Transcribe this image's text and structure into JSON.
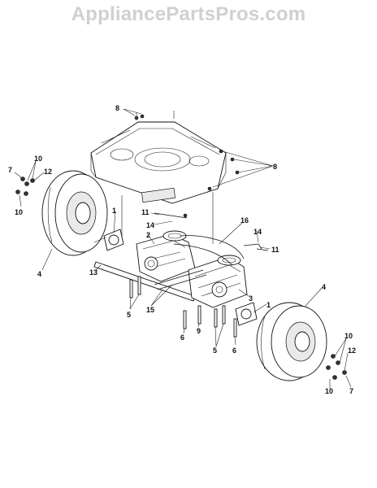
{
  "watermark": "AppliancePartsPros.com",
  "callouts": [
    {
      "id": "c8a",
      "text": "8"
    },
    {
      "id": "c8b",
      "text": "8"
    },
    {
      "id": "c10a",
      "text": "10"
    },
    {
      "id": "c7a",
      "text": "7"
    },
    {
      "id": "c12a",
      "text": "12"
    },
    {
      "id": "c10b",
      "text": "10"
    },
    {
      "id": "c11a",
      "text": "11"
    },
    {
      "id": "c14a",
      "text": "14"
    },
    {
      "id": "c1a",
      "text": "1"
    },
    {
      "id": "c16",
      "text": "16"
    },
    {
      "id": "c2",
      "text": "2"
    },
    {
      "id": "c14b",
      "text": "14"
    },
    {
      "id": "c11b",
      "text": "11"
    },
    {
      "id": "c4a",
      "text": "4"
    },
    {
      "id": "c13",
      "text": "13"
    },
    {
      "id": "c4b",
      "text": "4"
    },
    {
      "id": "c15",
      "text": "15"
    },
    {
      "id": "c3",
      "text": "3"
    },
    {
      "id": "c5a",
      "text": "5"
    },
    {
      "id": "c1b",
      "text": "1"
    },
    {
      "id": "c9",
      "text": "9"
    },
    {
      "id": "c6a",
      "text": "6"
    },
    {
      "id": "c5b",
      "text": "5"
    },
    {
      "id": "c6b",
      "text": "6"
    },
    {
      "id": "c10c",
      "text": "10"
    },
    {
      "id": "c12b",
      "text": "12"
    },
    {
      "id": "c10d",
      "text": "10"
    },
    {
      "id": "c7b",
      "text": "7"
    }
  ]
}
